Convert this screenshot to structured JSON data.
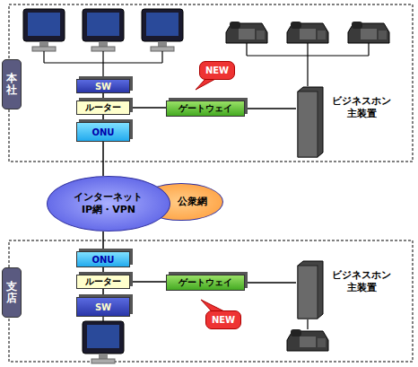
{
  "diagram": {
    "nodes": [
      {
        "text": [
          "本社"
        ]
      },
      {
        "text": [
          "SW"
        ]
      },
      {
        "text": [
          "ルーター"
        ]
      },
      {
        "text": [
          "ONU"
        ]
      },
      {
        "text": [
          "ゲートウェイ"
        ]
      },
      {
        "text": [
          "NEW"
        ]
      },
      {
        "text": [
          "ビジネスホン 主装置"
        ]
      },
      {
        "text": [
          "インターネット IP網・VPN"
        ]
      },
      {
        "text": [
          "公衆網"
        ]
      },
      {
        "text": [
          "支店"
        ]
      },
      {
        "text": [
          "ONU"
        ]
      },
      {
        "text": [
          "ルーター"
        ]
      },
      {
        "text": [
          "SW"
        ]
      },
      {
        "text": [
          "ゲートウェイ"
        ]
      },
      {
        "text": [
          "NEW"
        ]
      },
      {
        "text": [
          "ビジネスホン 主装置"
        ]
      }
    ],
    "edges": [
      {
        "from": 1,
        "to": 2,
        "arrow": "none"
      },
      {
        "from": 2,
        "to": 3,
        "arrow": "none"
      },
      {
        "from": 2,
        "to": 4,
        "arrow": "none"
      },
      {
        "from": 4,
        "to": 6,
        "arrow": "none"
      },
      {
        "from": 3,
        "to": 7,
        "arrow": "none"
      },
      {
        "from": 7,
        "to": 10,
        "arrow": "none"
      },
      {
        "from": 10,
        "to": 11,
        "arrow": "none"
      },
      {
        "from": 11,
        "to": 12,
        "arrow": "none"
      },
      {
        "from": 11,
        "to": 13,
        "arrow": "none"
      },
      {
        "from": 13,
        "to": 15,
        "arrow": "none"
      }
    ]
  }
}
